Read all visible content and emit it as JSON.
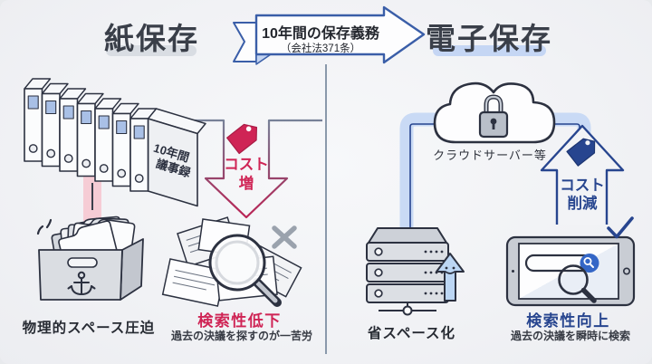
{
  "titles": {
    "left": "紙保存",
    "right": "電子保存"
  },
  "banner": {
    "line1": "10年間の保存義務",
    "line2": "（会社法371条）"
  },
  "left": {
    "binder_line1": "10年間",
    "binder_line2": "議事録",
    "cost_line1": "コスト",
    "cost_line2": "増",
    "box_caption": "物理的スペース圧迫",
    "result_title": "検索性低下",
    "result_caption": "過去の決議を探すのが一苦労"
  },
  "right": {
    "cloud_caption": "クラウドサーバー等",
    "cost_line1": "コスト",
    "cost_line2": "削減",
    "server_caption": "省スペース化",
    "result_title": "検索性向上",
    "result_caption": "過去の決議を瞬時に検索"
  },
  "colors": {
    "background": "#f2f3f6",
    "ink_outline": "#2c3140",
    "crimson_accent": "#cf2455",
    "navy_accent": "#27458f",
    "banner_border": "#3a5ea8",
    "light_blue_band": "#c9daf5",
    "pink_band": "#f6ccd5",
    "title_bar_gray": "#d9dde3",
    "title_bar_blue": "#c5d6f4",
    "divider_gray": "#8a99ab"
  },
  "icons": {
    "price_tag": "🏷",
    "lock": "🔒",
    "cloud": "☁",
    "checkmark": "✓",
    "cross": "✕",
    "magnifier": "🔍",
    "anchor": "⚓"
  }
}
